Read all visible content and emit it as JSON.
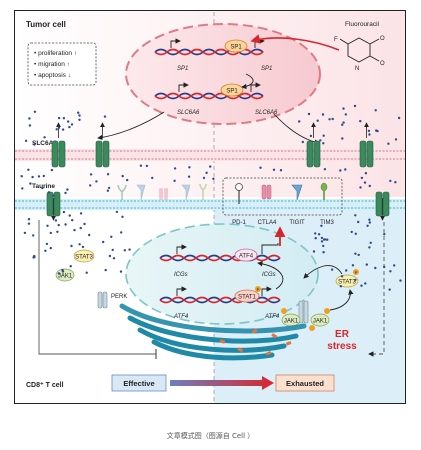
{
  "figure": {
    "tumor_cell_label": "Tumor cell",
    "tcell_label": "CD8⁺ T cell",
    "drug_label": "Fluorouracil",
    "effects": [
      "• proliferation ↑",
      "• migration ↑",
      "• apoptosis ↓"
    ],
    "sp1_box": "SP1",
    "sp1_gene_left": "SP1",
    "sp1_gene_right": "SP1",
    "slc6a6_gene_left": "SLC6A6",
    "slc6a6_gene_right": "SLC6A6",
    "slc6a6_transporter": "SLC6A6",
    "taurine_label": "Taurine",
    "receptors": [
      "PD-1",
      "CTLA4",
      "TIGIT",
      "TIM3"
    ],
    "stat3": "STAT3",
    "jak1": "JAK1",
    "perk": "PERK",
    "icg_gene_left": "ICGs",
    "icg_gene_right": "ICGs",
    "atf4_gene_left": "ATF4",
    "atf4_gene_right": "ATF4",
    "atf4_box": "ATF4",
    "stat1_box": "STAT1",
    "stat3_right": "STAT3",
    "jak1_right_a": "JAK1",
    "jak1_right_b": "JAK1",
    "phospho": "P",
    "er_stress_line1": "ER",
    "er_stress_line2": "stress",
    "effective_label": "Effective",
    "exhausted_label": "Exhausted",
    "colors": {
      "accent_red": "#d9262c",
      "transporter_green": "#3a8a5e",
      "membrane_blue": "#6cc6e4",
      "er_teal": "#1f8aa8",
      "tumor_nucleus": "#f8d6dc"
    }
  },
  "caption": "文章模式图（图源自 Cell ）"
}
